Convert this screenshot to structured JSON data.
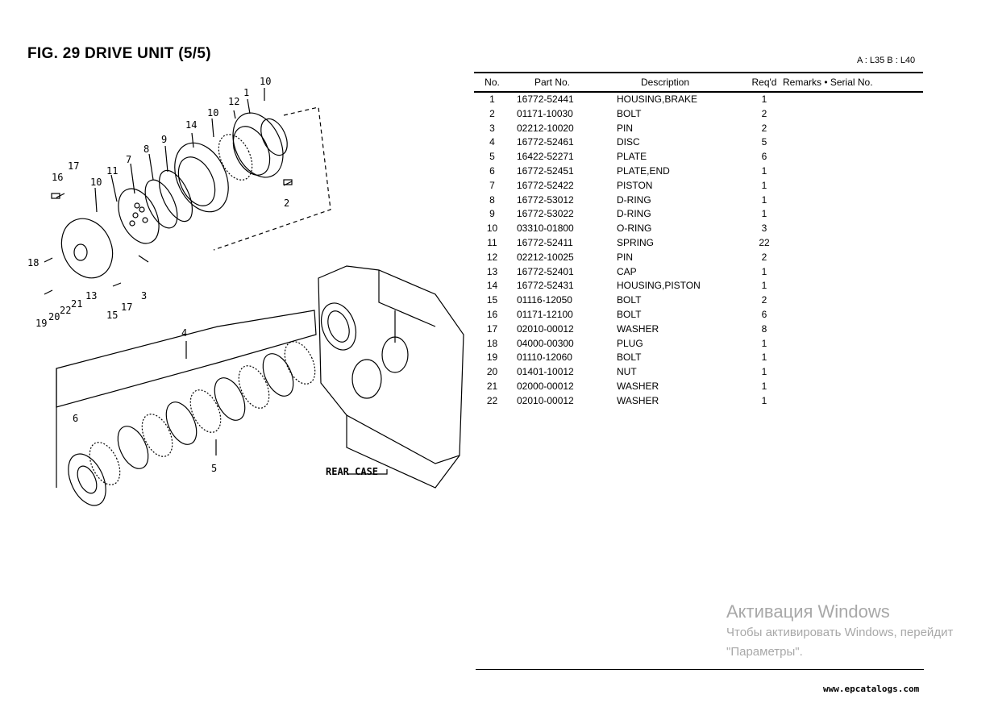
{
  "figure": {
    "title": "FIG. 29   DRIVE UNIT (5/5)",
    "model_legend": "A : L35    B : L40"
  },
  "table": {
    "headers": {
      "no": "No.",
      "part_no": "Part No.",
      "description": "Description",
      "reqd": "Req'd",
      "remarks": "Remarks • Serial No."
    },
    "rows": [
      {
        "no": "1",
        "part_no": "16772-52441",
        "description": "HOUSING,BRAKE",
        "reqd": "1"
      },
      {
        "no": "2",
        "part_no": "01171-10030",
        "description": "BOLT",
        "reqd": "2"
      },
      {
        "no": "3",
        "part_no": "02212-10020",
        "description": "PIN",
        "reqd": "2"
      },
      {
        "no": "4",
        "part_no": "16772-52461",
        "description": "DISC",
        "reqd": "5"
      },
      {
        "no": "5",
        "part_no": "16422-52271",
        "description": "PLATE",
        "reqd": "6"
      },
      {
        "no": "6",
        "part_no": "16772-52451",
        "description": "PLATE,END",
        "reqd": "1"
      },
      {
        "no": "7",
        "part_no": "16772-52422",
        "description": "PISTON",
        "reqd": "1"
      },
      {
        "no": "8",
        "part_no": "16772-53012",
        "description": "D-RING",
        "reqd": "1"
      },
      {
        "no": "9",
        "part_no": "16772-53022",
        "description": "D-RING",
        "reqd": "1"
      },
      {
        "no": "10",
        "part_no": "03310-01800",
        "description": "O-RING",
        "reqd": "3"
      },
      {
        "no": "11",
        "part_no": "16772-52411",
        "description": "SPRING",
        "reqd": "22"
      },
      {
        "no": "12",
        "part_no": "02212-10025",
        "description": "PIN",
        "reqd": "2"
      },
      {
        "no": "13",
        "part_no": "16772-52401",
        "description": "CAP",
        "reqd": "1"
      },
      {
        "no": "14",
        "part_no": "16772-52431",
        "description": "HOUSING,PISTON",
        "reqd": "1"
      },
      {
        "no": "15",
        "part_no": "01116-12050",
        "description": "BOLT",
        "reqd": "2"
      },
      {
        "no": "16",
        "part_no": "01171-12100",
        "description": "BOLT",
        "reqd": "6"
      },
      {
        "no": "17",
        "part_no": "02010-00012",
        "description": "WASHER",
        "reqd": "8"
      },
      {
        "no": "18",
        "part_no": "04000-00300",
        "description": "PLUG",
        "reqd": "1"
      },
      {
        "no": "19",
        "part_no": "01110-12060",
        "description": "BOLT",
        "reqd": "1"
      },
      {
        "no": "20",
        "part_no": "01401-10012",
        "description": "NUT",
        "reqd": "1"
      },
      {
        "no": "21",
        "part_no": "02000-00012",
        "description": "WASHER",
        "reqd": "1"
      },
      {
        "no": "22",
        "part_no": "02010-00012",
        "description": "WASHER",
        "reqd": "1"
      }
    ]
  },
  "diagram": {
    "callouts": [
      "10",
      "12",
      "1",
      "10",
      "14",
      "9",
      "8",
      "7",
      "11",
      "10",
      "17",
      "16",
      "2",
      "18",
      "3",
      "13",
      "21",
      "22",
      "20",
      "19",
      "15",
      "17",
      "4",
      "6",
      "5"
    ],
    "rear_case_label": "REAR CASE"
  },
  "watermark": {
    "title": "Активация Windows",
    "line1": "Чтобы активировать Windows, перейдит",
    "line2": "\"Параметры\"."
  },
  "site": "www.epcatalogs.com"
}
